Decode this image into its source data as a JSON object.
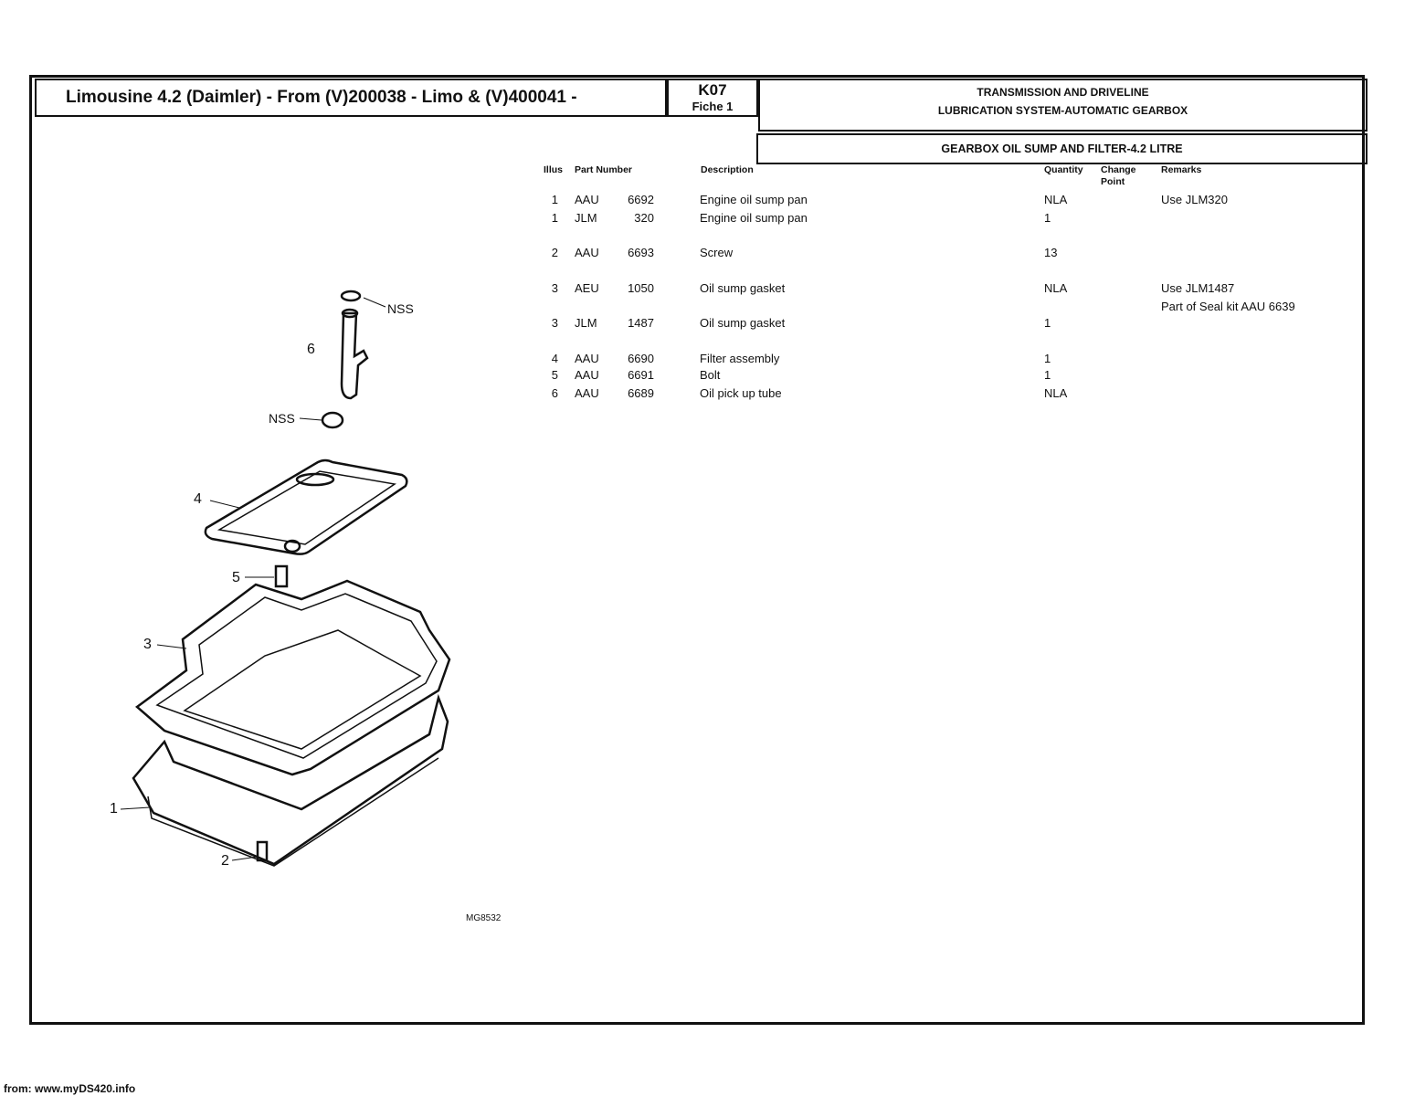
{
  "header": {
    "title": "Limousine 4.2 (Daimler) - From (V)200038 - Limo & (V)400041 -",
    "code": "K07",
    "fiche": "Fiche 1",
    "section": "TRANSMISSION AND DRIVELINE",
    "subsection": "LUBRICATION SYSTEM-AUTOMATIC GEARBOX",
    "group": "GEARBOX OIL SUMP AND FILTER-4.2 LITRE"
  },
  "columns": {
    "illus": "Illus",
    "part_number": "Part Number",
    "description": "Description",
    "quantity": "Quantity",
    "change_point": "Change Point",
    "remarks": "Remarks"
  },
  "parts": [
    {
      "illus": "1",
      "prefix": "AAU",
      "number": "6692",
      "description": "Engine oil sump pan",
      "quantity": "NLA",
      "remarks": "Use JLM320"
    },
    {
      "illus": "1",
      "prefix": "JLM",
      "number": "320",
      "description": "Engine oil sump pan",
      "quantity": "1",
      "remarks": ""
    },
    {
      "illus": "2",
      "prefix": "AAU",
      "number": "6693",
      "description": "Screw",
      "quantity": "13",
      "remarks": ""
    },
    {
      "illus": "3",
      "prefix": "AEU",
      "number": "1050",
      "description": "Oil sump gasket",
      "quantity": "NLA",
      "remarks": "Use JLM1487",
      "remarks2": "Part of Seal kit AAU 6639"
    },
    {
      "illus": "3",
      "prefix": "JLM",
      "number": "1487",
      "description": "Oil sump gasket",
      "quantity": "1",
      "remarks": ""
    },
    {
      "illus": "4",
      "prefix": "AAU",
      "number": "6690",
      "description": "Filter assembly",
      "quantity": "1",
      "remarks": ""
    },
    {
      "illus": "5",
      "prefix": "AAU",
      "number": "6691",
      "description": "Bolt",
      "quantity": "1",
      "remarks": ""
    },
    {
      "illus": "6",
      "prefix": "AAU",
      "number": "6689",
      "description": "Oil pick up tube",
      "quantity": "NLA",
      "remarks": ""
    }
  ],
  "diagram": {
    "labels": {
      "l6": "6",
      "nss1": "NSS",
      "nss2": "NSS",
      "l4": "4",
      "l5": "5",
      "l3": "3",
      "l1": "1",
      "l2": "2"
    },
    "ref": "MG8532"
  },
  "footer": "from: www.myDS420.info"
}
